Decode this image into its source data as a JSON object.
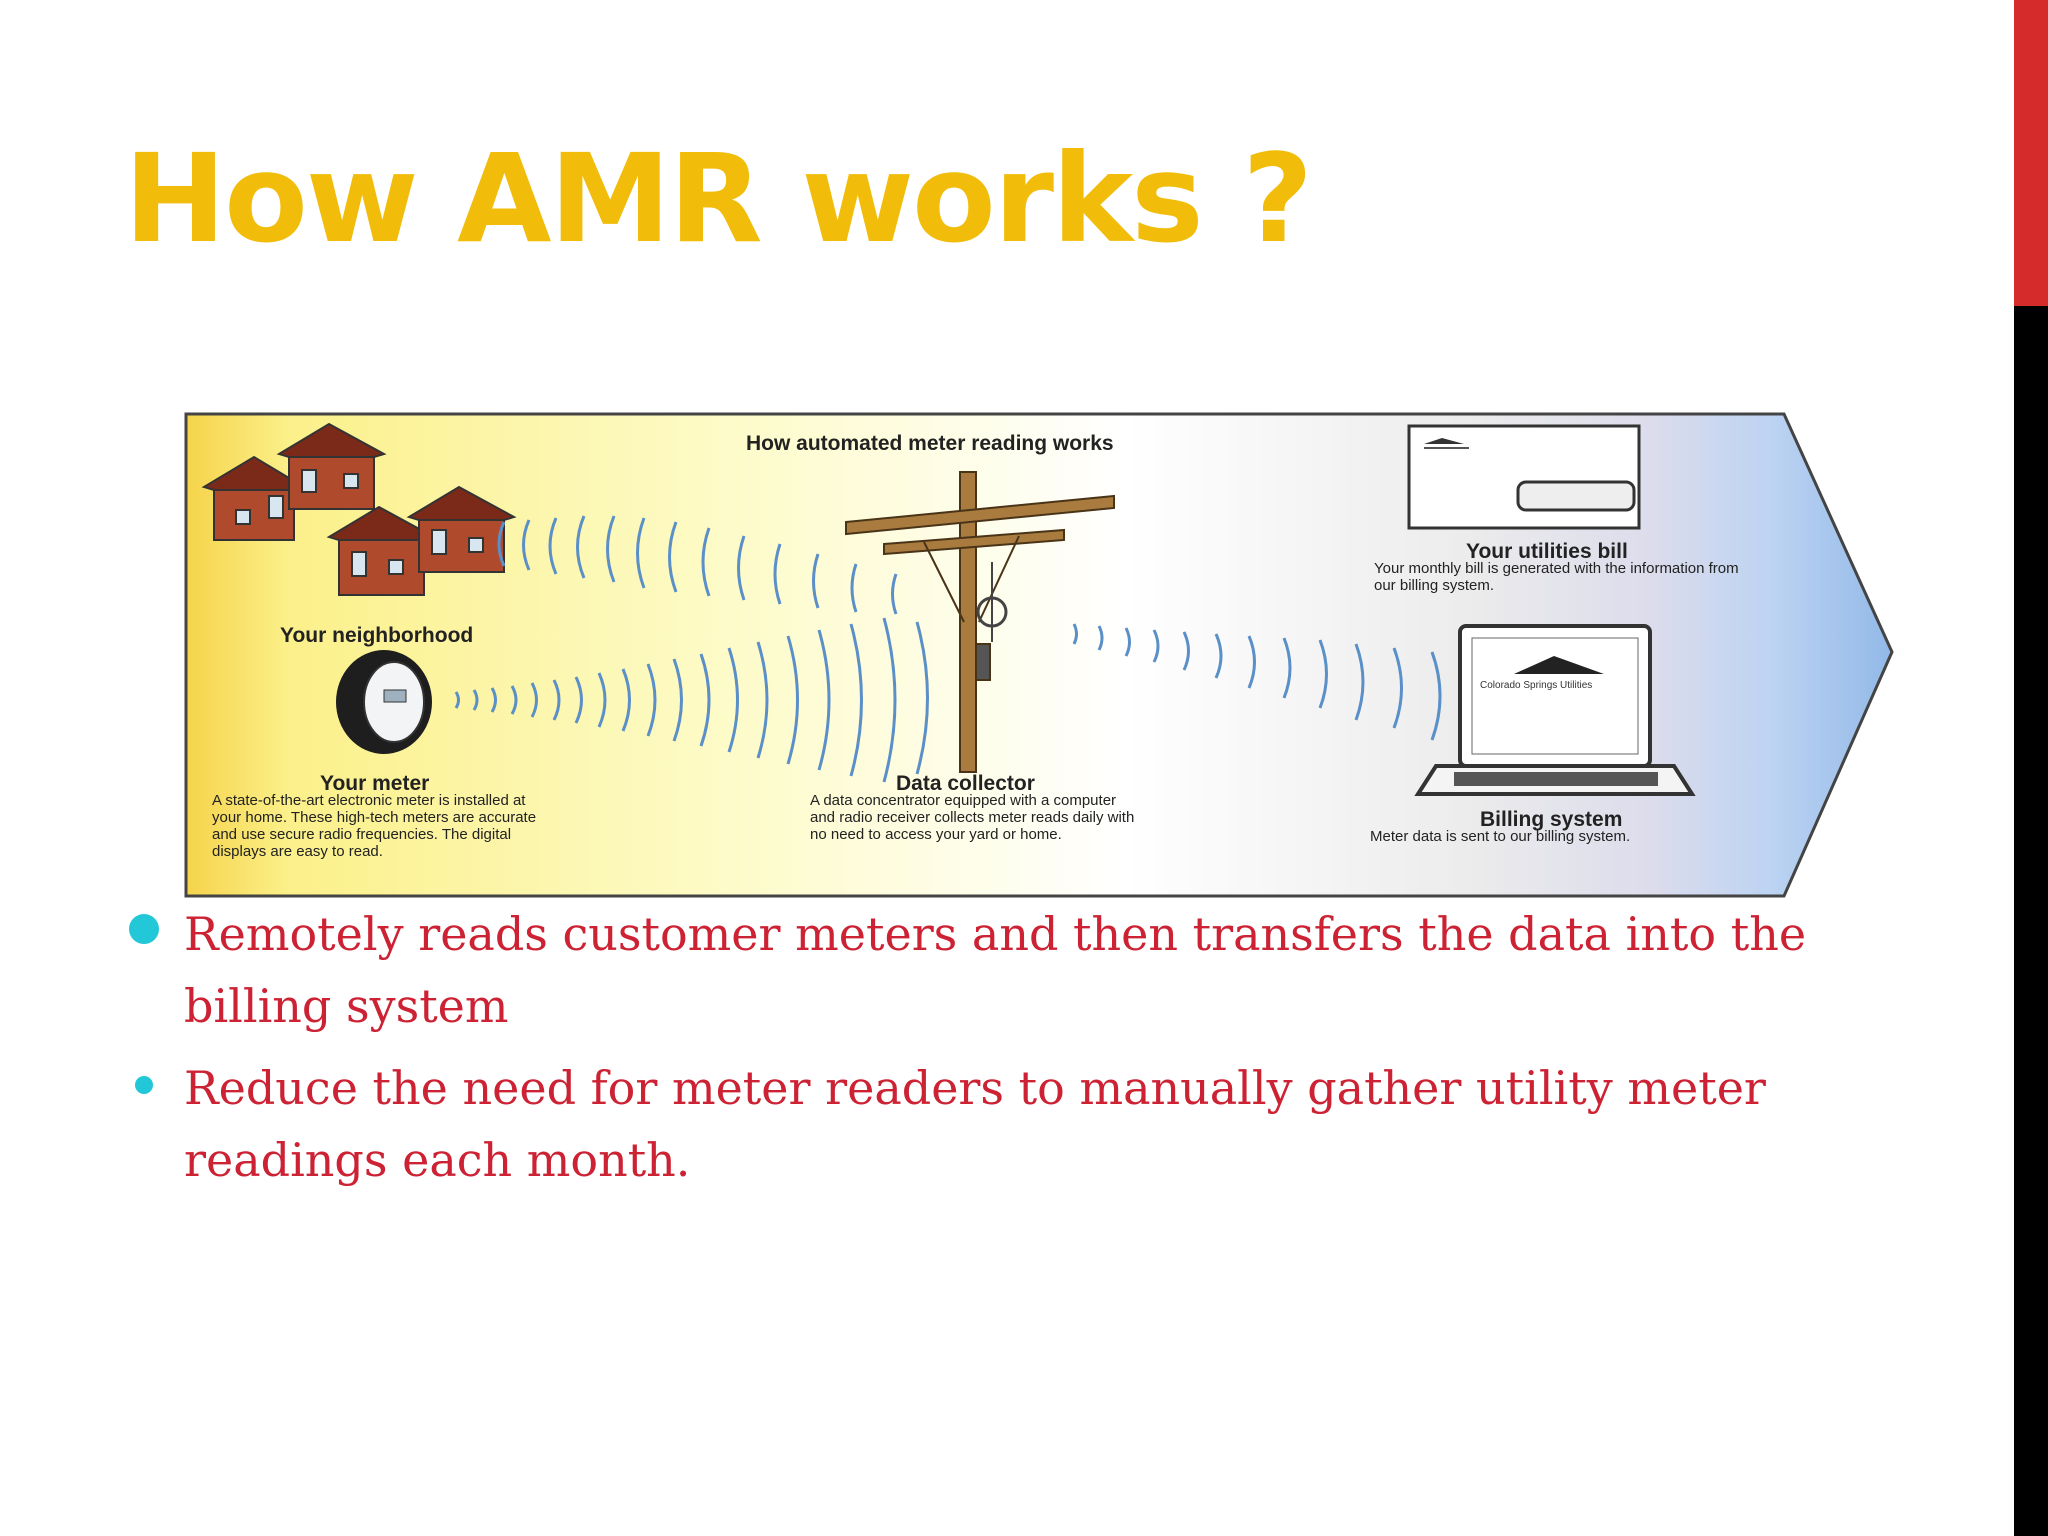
{
  "slide": {
    "title": "How AMR works ?",
    "diagram": {
      "heading": "How automated meter reading works",
      "neighborhood_label": "Your neighborhood",
      "meter_title": "Your meter",
      "meter_text": "A state-of-the-art electronic meter is installed at your home. These high-tech meters are accurate and use secure radio frequencies. The digital displays are easy to read.",
      "collector_title": "Data collector",
      "collector_text": "A data concentrator equipped with a computer and radio receiver collects meter reads daily with no need to access your yard or home.",
      "bill_title": "Your utilities bill",
      "bill_text": "Your monthly bill is generated with the information from our billing system.",
      "billing_title": "Billing system",
      "billing_text": "Meter data is sent to our billing system.",
      "laptop_screen_text": "Colorado Springs Utilities"
    },
    "bullets": [
      "Remotely reads customer meters and then transfers the data into the billing system",
      "Reduce the need for meter readers to manually gather utility meter readings each month."
    ],
    "colors": {
      "title": "#f1bd0a",
      "bullet_text": "#cc2233",
      "bullet_dot": "#22c8d8",
      "accent_top": "#d62b2b",
      "accent_bottom": "#000000"
    }
  }
}
